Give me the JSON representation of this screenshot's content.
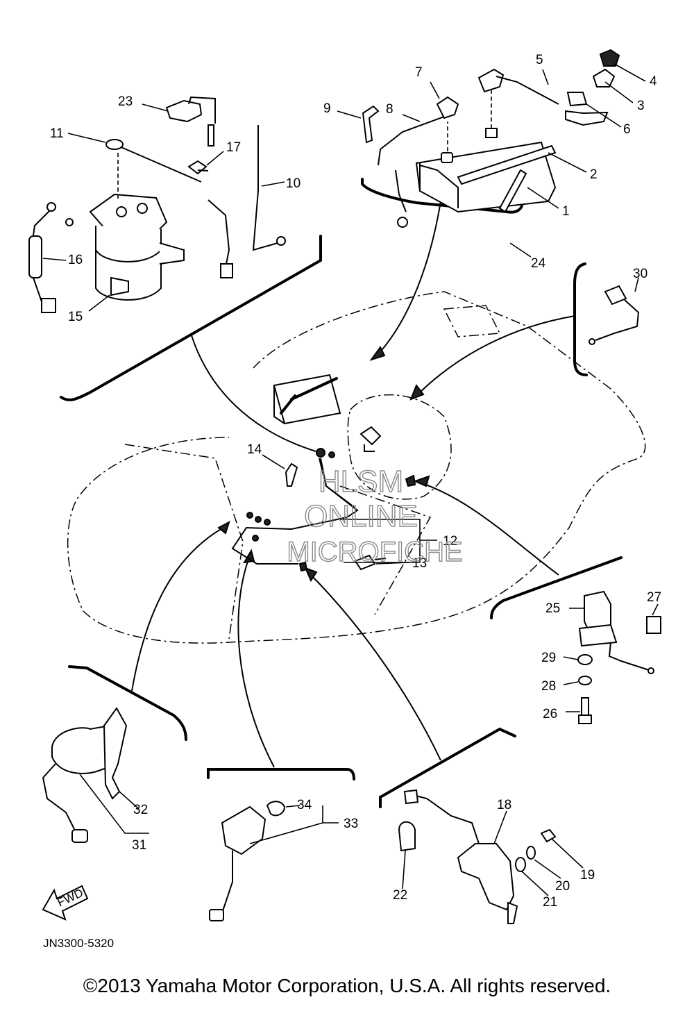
{
  "diagram": {
    "part_labels": {
      "p1": "1",
      "p2": "2",
      "p3": "3",
      "p4": "4",
      "p5": "5",
      "p6": "6",
      "p7": "7",
      "p8": "8",
      "p9": "9",
      "p10": "10",
      "p11": "11",
      "p12": "12",
      "p13": "13",
      "p14": "14",
      "p15": "15",
      "p16": "16",
      "p17": "17",
      "p18": "18",
      "p19": "19",
      "p20": "20",
      "p21": "21",
      "p22": "22",
      "p23": "23",
      "p24": "24",
      "p25": "25",
      "p26": "26",
      "p27": "27",
      "p28": "28",
      "p29": "29",
      "p30": "30",
      "p31": "31",
      "p32": "32",
      "p33": "33",
      "p34": "34"
    },
    "fwd_label": "FWD",
    "drawing_code": "JN3300-5320",
    "watermark": [
      "HLSM",
      "ONLINE",
      "MICROFICHE"
    ]
  },
  "copyright": "©2013 Yamaha Motor Corporation, U.S.A. All rights reserved."
}
